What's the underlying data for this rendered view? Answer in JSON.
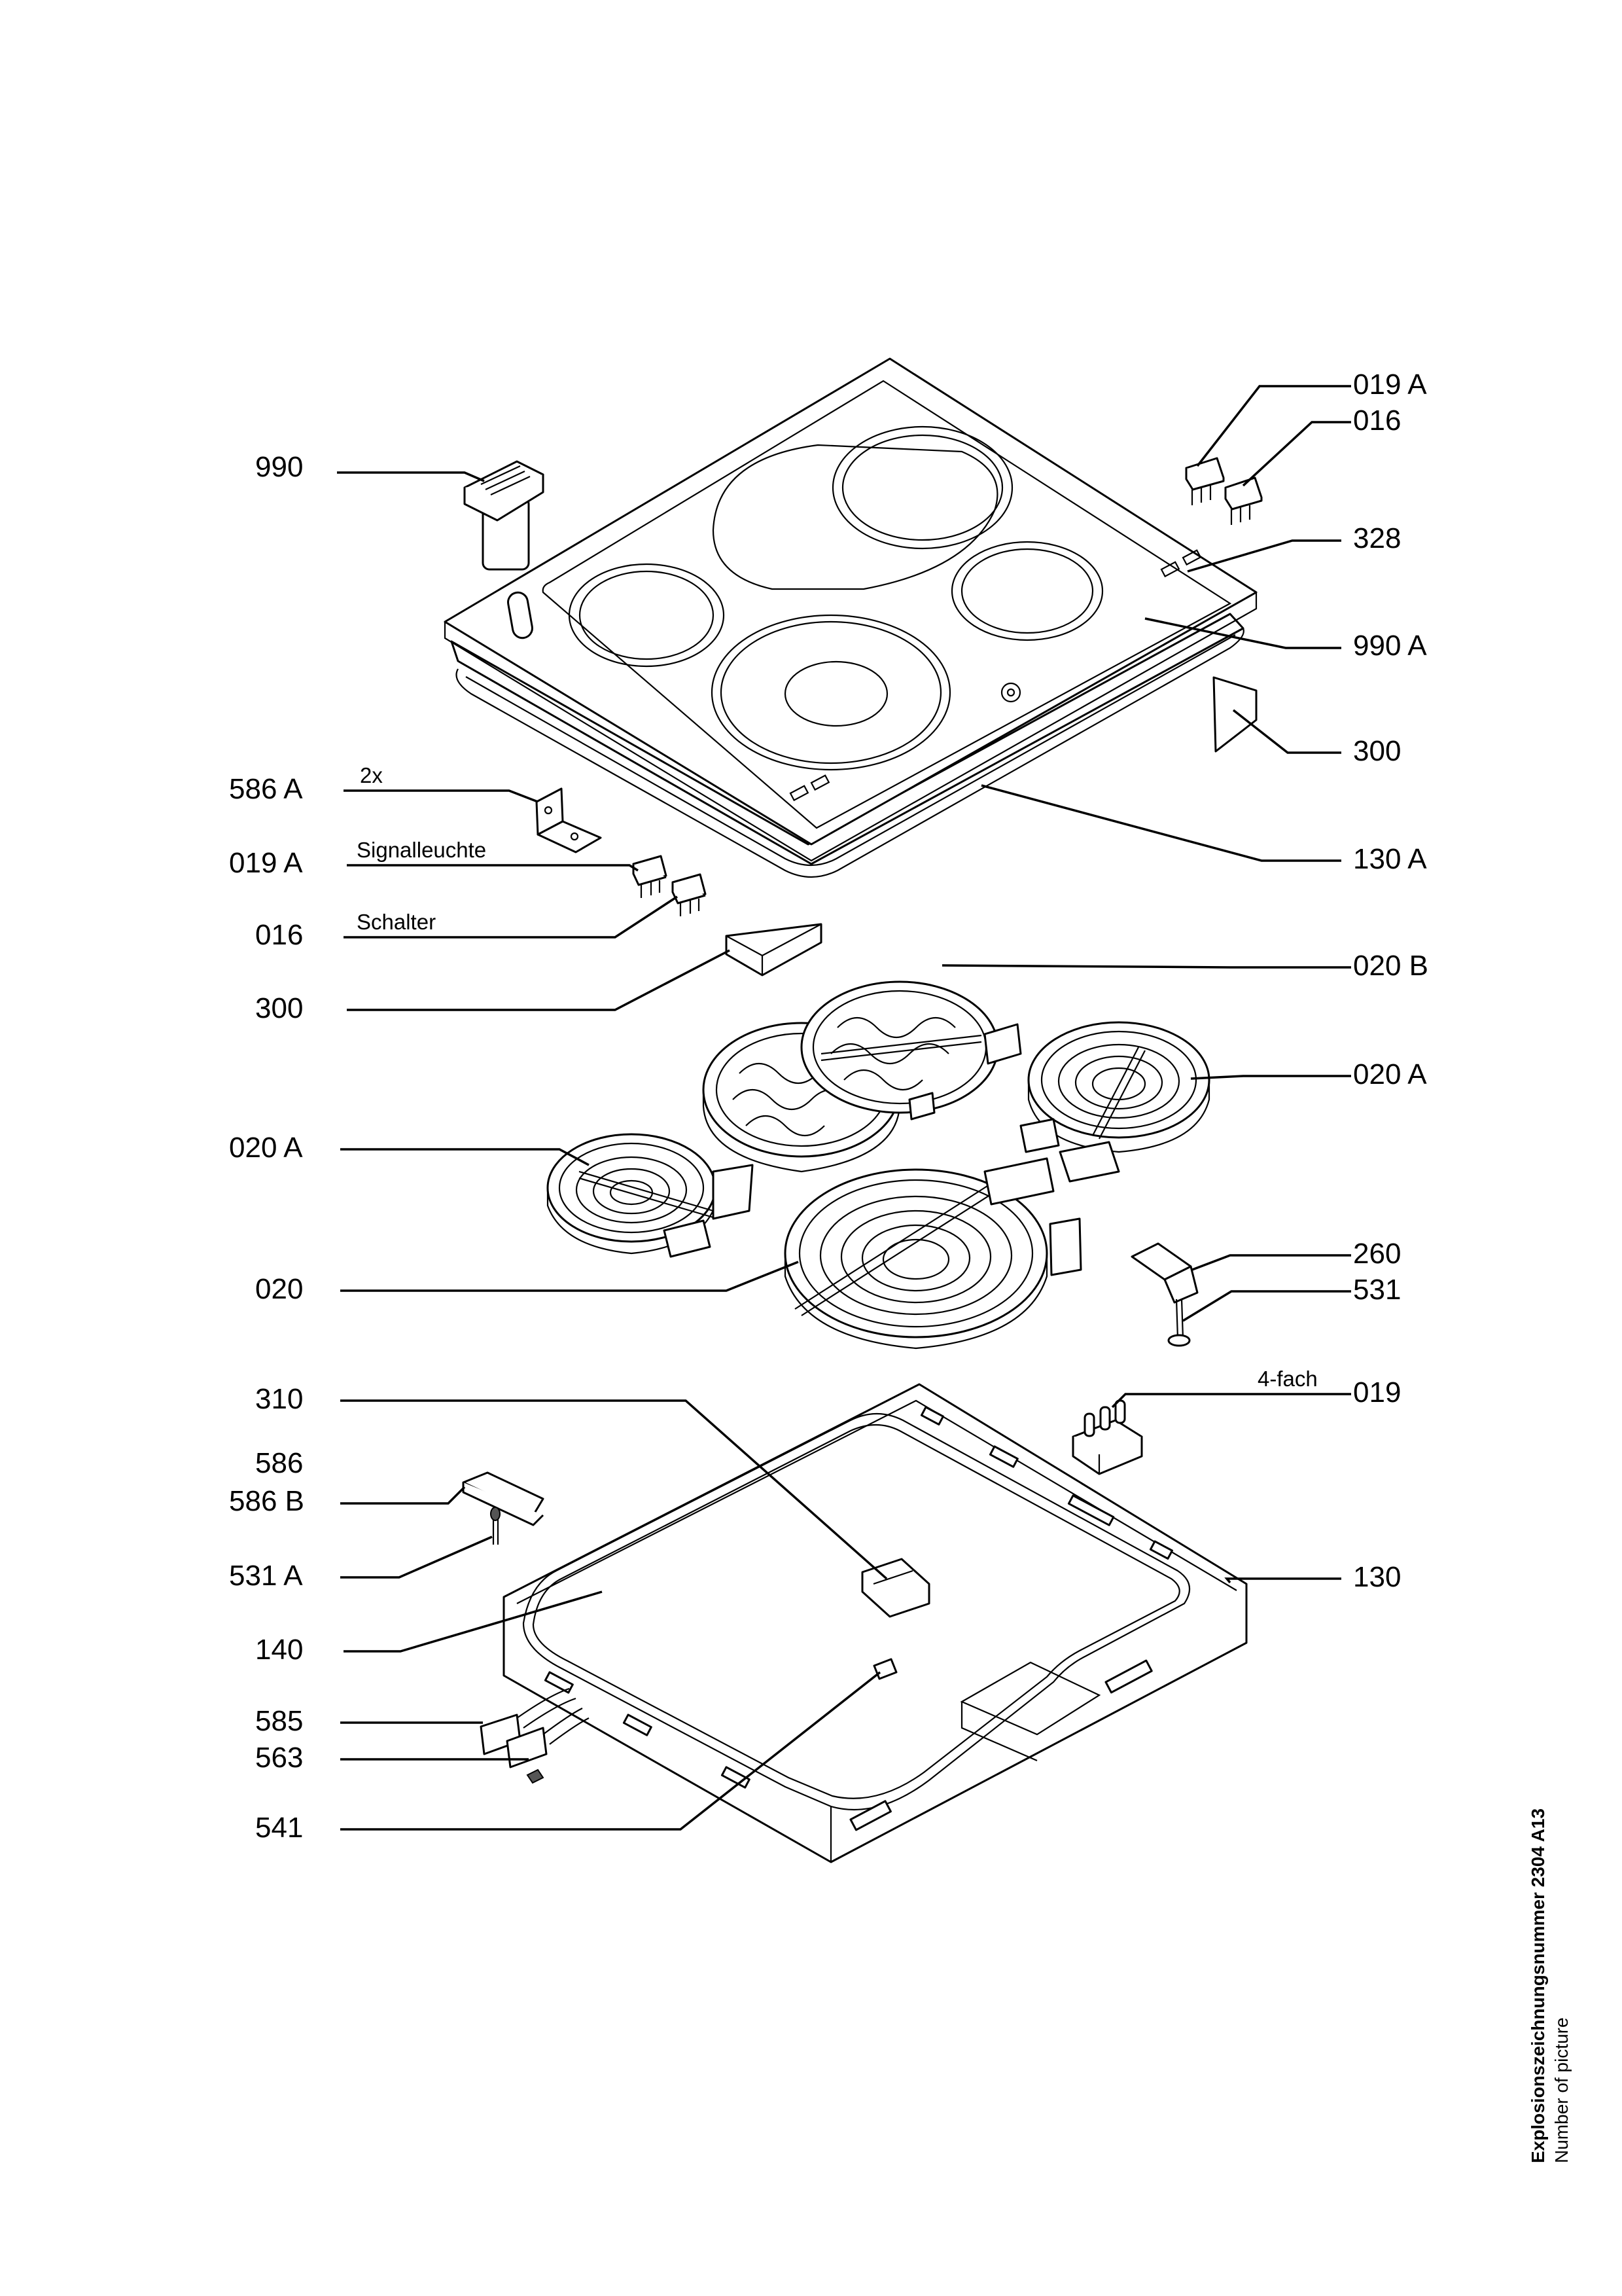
{
  "diagram": {
    "labels": {
      "p990": "990",
      "p019a_top": "019 A",
      "p016_top": "016",
      "p328": "328",
      "p990a": "990 A",
      "p300_right": "300",
      "p586a": "586 A",
      "p130a": "130 A",
      "p019a_left": "019 A",
      "p016_left": "016",
      "p300_left": "300",
      "p020b": "020 B",
      "p020a_right": "020 A",
      "p020a_left": "020 A",
      "p260": "260",
      "p020": "020",
      "p531": "531",
      "p310": "310",
      "p019": "019",
      "p586": "586",
      "p586b": "586 B",
      "p130": "130",
      "p531a": "531 A",
      "p140": "140",
      "p585": "585",
      "p563": "563",
      "p541": "541"
    },
    "annotations": {
      "qty_2x": "2x",
      "signalleuchte": "Signalleuchte",
      "schalter": "Schalter",
      "vierfach": "4-fach"
    }
  },
  "footer": {
    "drawing_number": "Explosionszeichnungsnummer 2304 A13",
    "number_of_picture": "Number of picture"
  }
}
